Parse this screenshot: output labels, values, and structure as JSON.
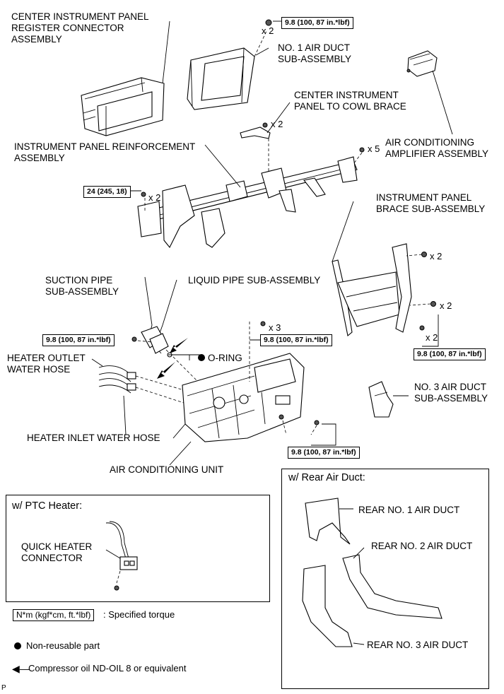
{
  "labels": {
    "center_register": "CENTER INSTRUMENT PANEL\nREGISTER CONNECTOR\nASSEMBLY",
    "no1_air_duct": "NO. 1 AIR DUCT\nSUB-ASSEMBLY",
    "center_cowl_brace": "CENTER INSTRUMENT\nPANEL TO COWL BRACE",
    "ac_amplifier": "AIR CONDITIONING\nAMPLIFIER ASSEMBLY",
    "panel_reinforcement": "INSTRUMENT PANEL REINFORCEMENT\nASSEMBLY",
    "panel_brace": "INSTRUMENT PANEL\nBRACE SUB-ASSEMBLY",
    "suction_pipe": "SUCTION PIPE\nSUB-ASSEMBLY",
    "liquid_pipe": "LIQUID PIPE SUB-ASSEMBLY",
    "o_ring": "O-RING",
    "heater_outlet": "HEATER OUTLET\nWATER HOSE",
    "no3_air_duct": "NO. 3 AIR DUCT\nSUB-ASSEMBLY",
    "heater_inlet": "HEATER INLET WATER HOSE",
    "ac_unit": "AIR CONDITIONING UNIT",
    "quick_heater": "QUICK HEATER\nCONNECTOR",
    "rear_no1": "REAR NO. 1 AIR DUCT",
    "rear_no2": "REAR NO. 2 AIR DUCT",
    "rear_no3": "REAR NO. 3 AIR DUCT"
  },
  "torques": {
    "t_top": "9.8 (100, 87 in.*lbf)",
    "t_reinforcement": "24 (245, 18)",
    "t_pipe": "9.8 (100, 87 in.*lbf)",
    "t_unit_top": "9.8 (100, 87 in.*lbf)",
    "t_brace": "9.8 (100, 87 in.*lbf)",
    "t_unit_bottom": "9.8 (100, 87 in.*lbf)"
  },
  "counts": {
    "c_top": "x 2",
    "c_cowl": "x 2",
    "c_amp": "x 5",
    "c_reinf": "x 2",
    "c_brace1": "x 2",
    "c_brace2": "x 2",
    "c_brace3": "x 2",
    "c_unit": "x 3"
  },
  "boxes": {
    "ptc_title": "w/ PTC Heater:",
    "rear_title": "w/ Rear Air Duct:"
  },
  "legend": {
    "torque_unit": "N*m (kgf*cm, ft.*lbf)",
    "torque_text": ": Specified torque",
    "nonreusable": "Non-reusable part",
    "compressor_oil": "Compressor oil ND-OIL 8 or equivalent"
  },
  "corner_mark": "P"
}
